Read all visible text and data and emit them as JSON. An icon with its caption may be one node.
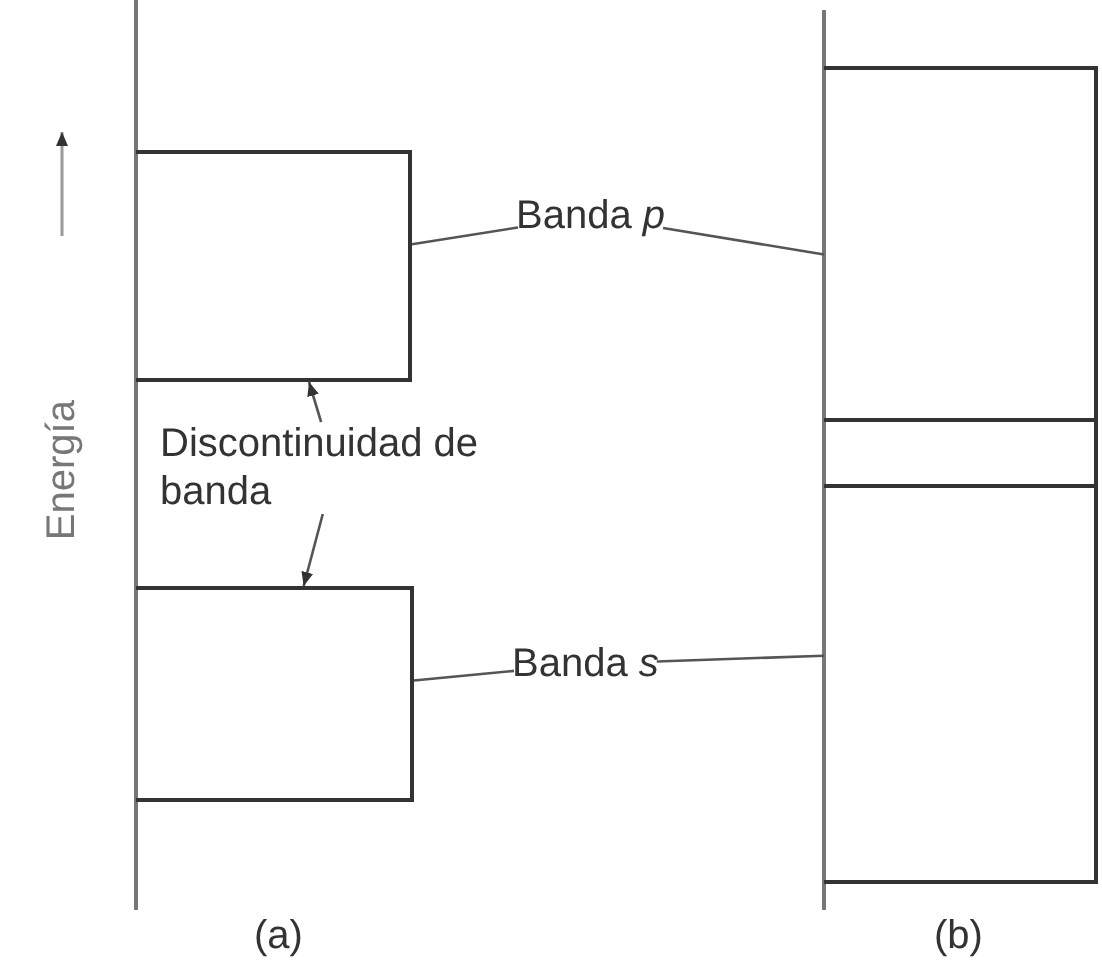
{
  "diagram": {
    "nodes": [
      {
        "text": [],
        "shape": "box"
      },
      {
        "text": [
          "Banda *p*"
        ]
      },
      {
        "text": [],
        "shape": "box"
      },
      {
        "text": [
          "Discontinuidad de banda"
        ]
      },
      {
        "text": [],
        "shape": "box"
      },
      {
        "text": [
          "Banda *s*"
        ]
      },
      {
        "text": [],
        "shape": "box"
      }
    ],
    "edges": [
      {
        "from": 1,
        "to": 0,
        "arrow": "none"
      },
      {
        "from": 1,
        "to": 2,
        "arrow": "none"
      },
      {
        "from": 3,
        "to": 0,
        "arrow": "to"
      },
      {
        "from": 3,
        "to": 4,
        "arrow": "to"
      },
      {
        "from": 5,
        "to": 4,
        "arrow": "none"
      },
      {
        "from": 5,
        "to": 6,
        "arrow": "none"
      }
    ],
    "labels": [
      "Energía",
      "(a)",
      "(b)"
    ]
  }
}
